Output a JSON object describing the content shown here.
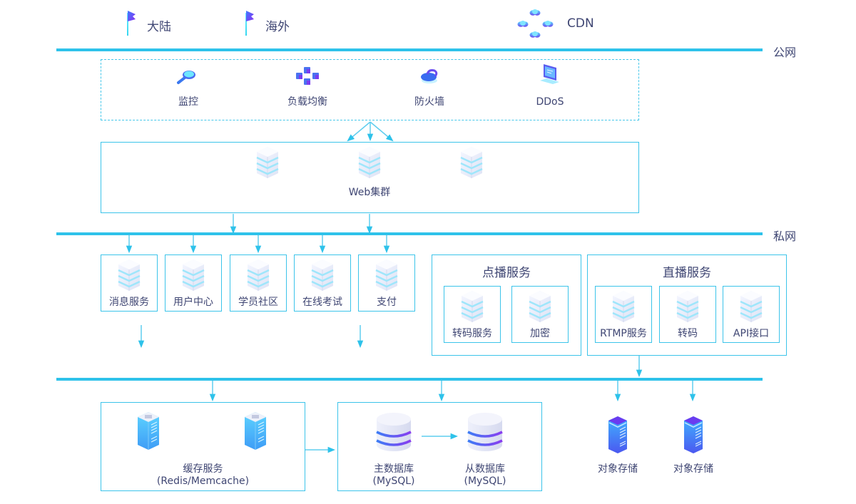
{
  "legend": {
    "mainland": {
      "label": "大陆",
      "icon": "flag-icon",
      "color": "#6a3cf0"
    },
    "overseas": {
      "label": "海外",
      "icon": "flag-icon",
      "color": "#6a3cf0"
    },
    "cdn": {
      "label": "CDN",
      "icon": "cloud-cluster-icon"
    }
  },
  "networks": {
    "public": "公网",
    "private": "私网"
  },
  "security": {
    "items": [
      {
        "label": "监控",
        "icon": "magnifier-icon"
      },
      {
        "label": "负载均衡",
        "icon": "cubes-network-icon"
      },
      {
        "label": "防火墙",
        "icon": "lock-icon"
      },
      {
        "label": "DDoS",
        "icon": "laptop-icon"
      }
    ]
  },
  "web_cluster": {
    "label": "Web集群",
    "server_count": 3
  },
  "services": [
    {
      "label": "消息服务"
    },
    {
      "label": "用户中心"
    },
    {
      "label": "学员社区"
    },
    {
      "label": "在线考试"
    },
    {
      "label": "支付"
    }
  ],
  "vod": {
    "title": "点播服务",
    "items": [
      {
        "label": "转码服务"
      },
      {
        "label": "加密"
      }
    ]
  },
  "live": {
    "title": "直播服务",
    "items": [
      {
        "label": "RTMP服务"
      },
      {
        "label": "转码"
      },
      {
        "label": "API接口"
      }
    ]
  },
  "cache": {
    "title": "缓存服务",
    "subtitle": "(Redis/Memcache)"
  },
  "database": {
    "master": {
      "title": "主数据库",
      "subtitle": "(MySQL)"
    },
    "slave": {
      "title": "从数据库",
      "subtitle": "(MySQL)"
    }
  },
  "object_storage": [
    {
      "label": "对象存储"
    },
    {
      "label": "对象存储"
    }
  ],
  "colors": {
    "accent": "#2ec2ea",
    "text": "#3f4673",
    "purple": "#6a3cf0"
  }
}
